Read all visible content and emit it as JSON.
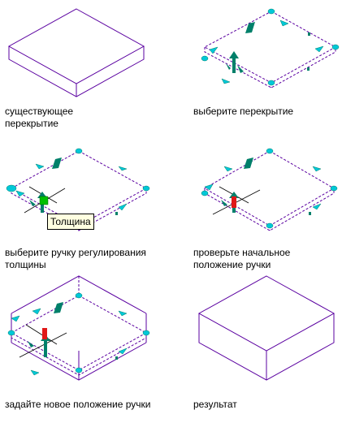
{
  "panels": [
    {
      "caption": "существующее\nперекрытие"
    },
    {
      "caption": "выберите перекрытие"
    },
    {
      "caption": "выберите ручку регулирования\nтолщины",
      "tooltip": "Толщина"
    },
    {
      "caption": "проверьте начальное\nположение ручки"
    },
    {
      "caption": "задайте новое положение ручки"
    },
    {
      "caption": "результат"
    }
  ],
  "colors": {
    "outline": "#5a00a0",
    "grip": "#00c8d8",
    "arrow": "#00806a",
    "active_grip": "#e01818",
    "tooltip_bg": "#ffffe1"
  }
}
